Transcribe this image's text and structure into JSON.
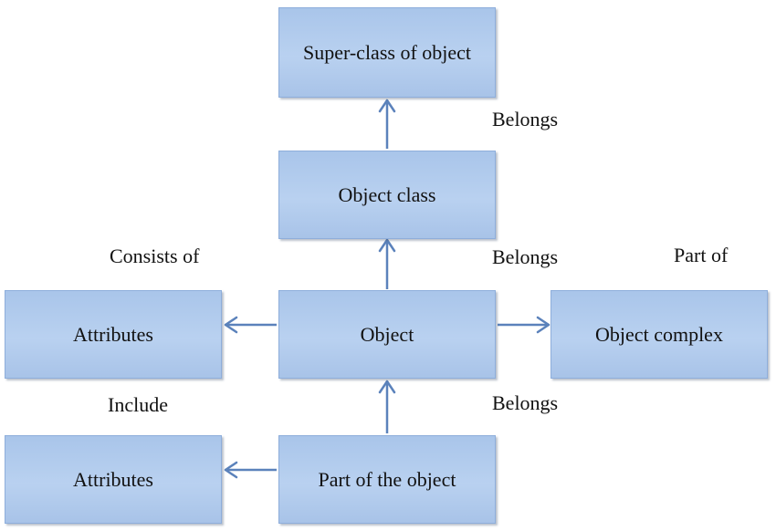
{
  "nodes": {
    "superclass": "Super-class of object",
    "object_class": "Object class",
    "object": "Object",
    "attributes_top": "Attributes",
    "object_complex": "Object complex",
    "attributes_bottom": "Attributes",
    "part_of_object": "Part of the object"
  },
  "edge_labels": {
    "belongs_top": "Belongs",
    "belongs_middle": "Belongs",
    "belongs_bottom": "Belongs",
    "consists_of": "Consists of",
    "part_of": "Part of",
    "include": "Include"
  },
  "colors": {
    "box_fill": "#b3cdee",
    "box_border": "#8eaedb",
    "arrow": "#5b82bb"
  }
}
